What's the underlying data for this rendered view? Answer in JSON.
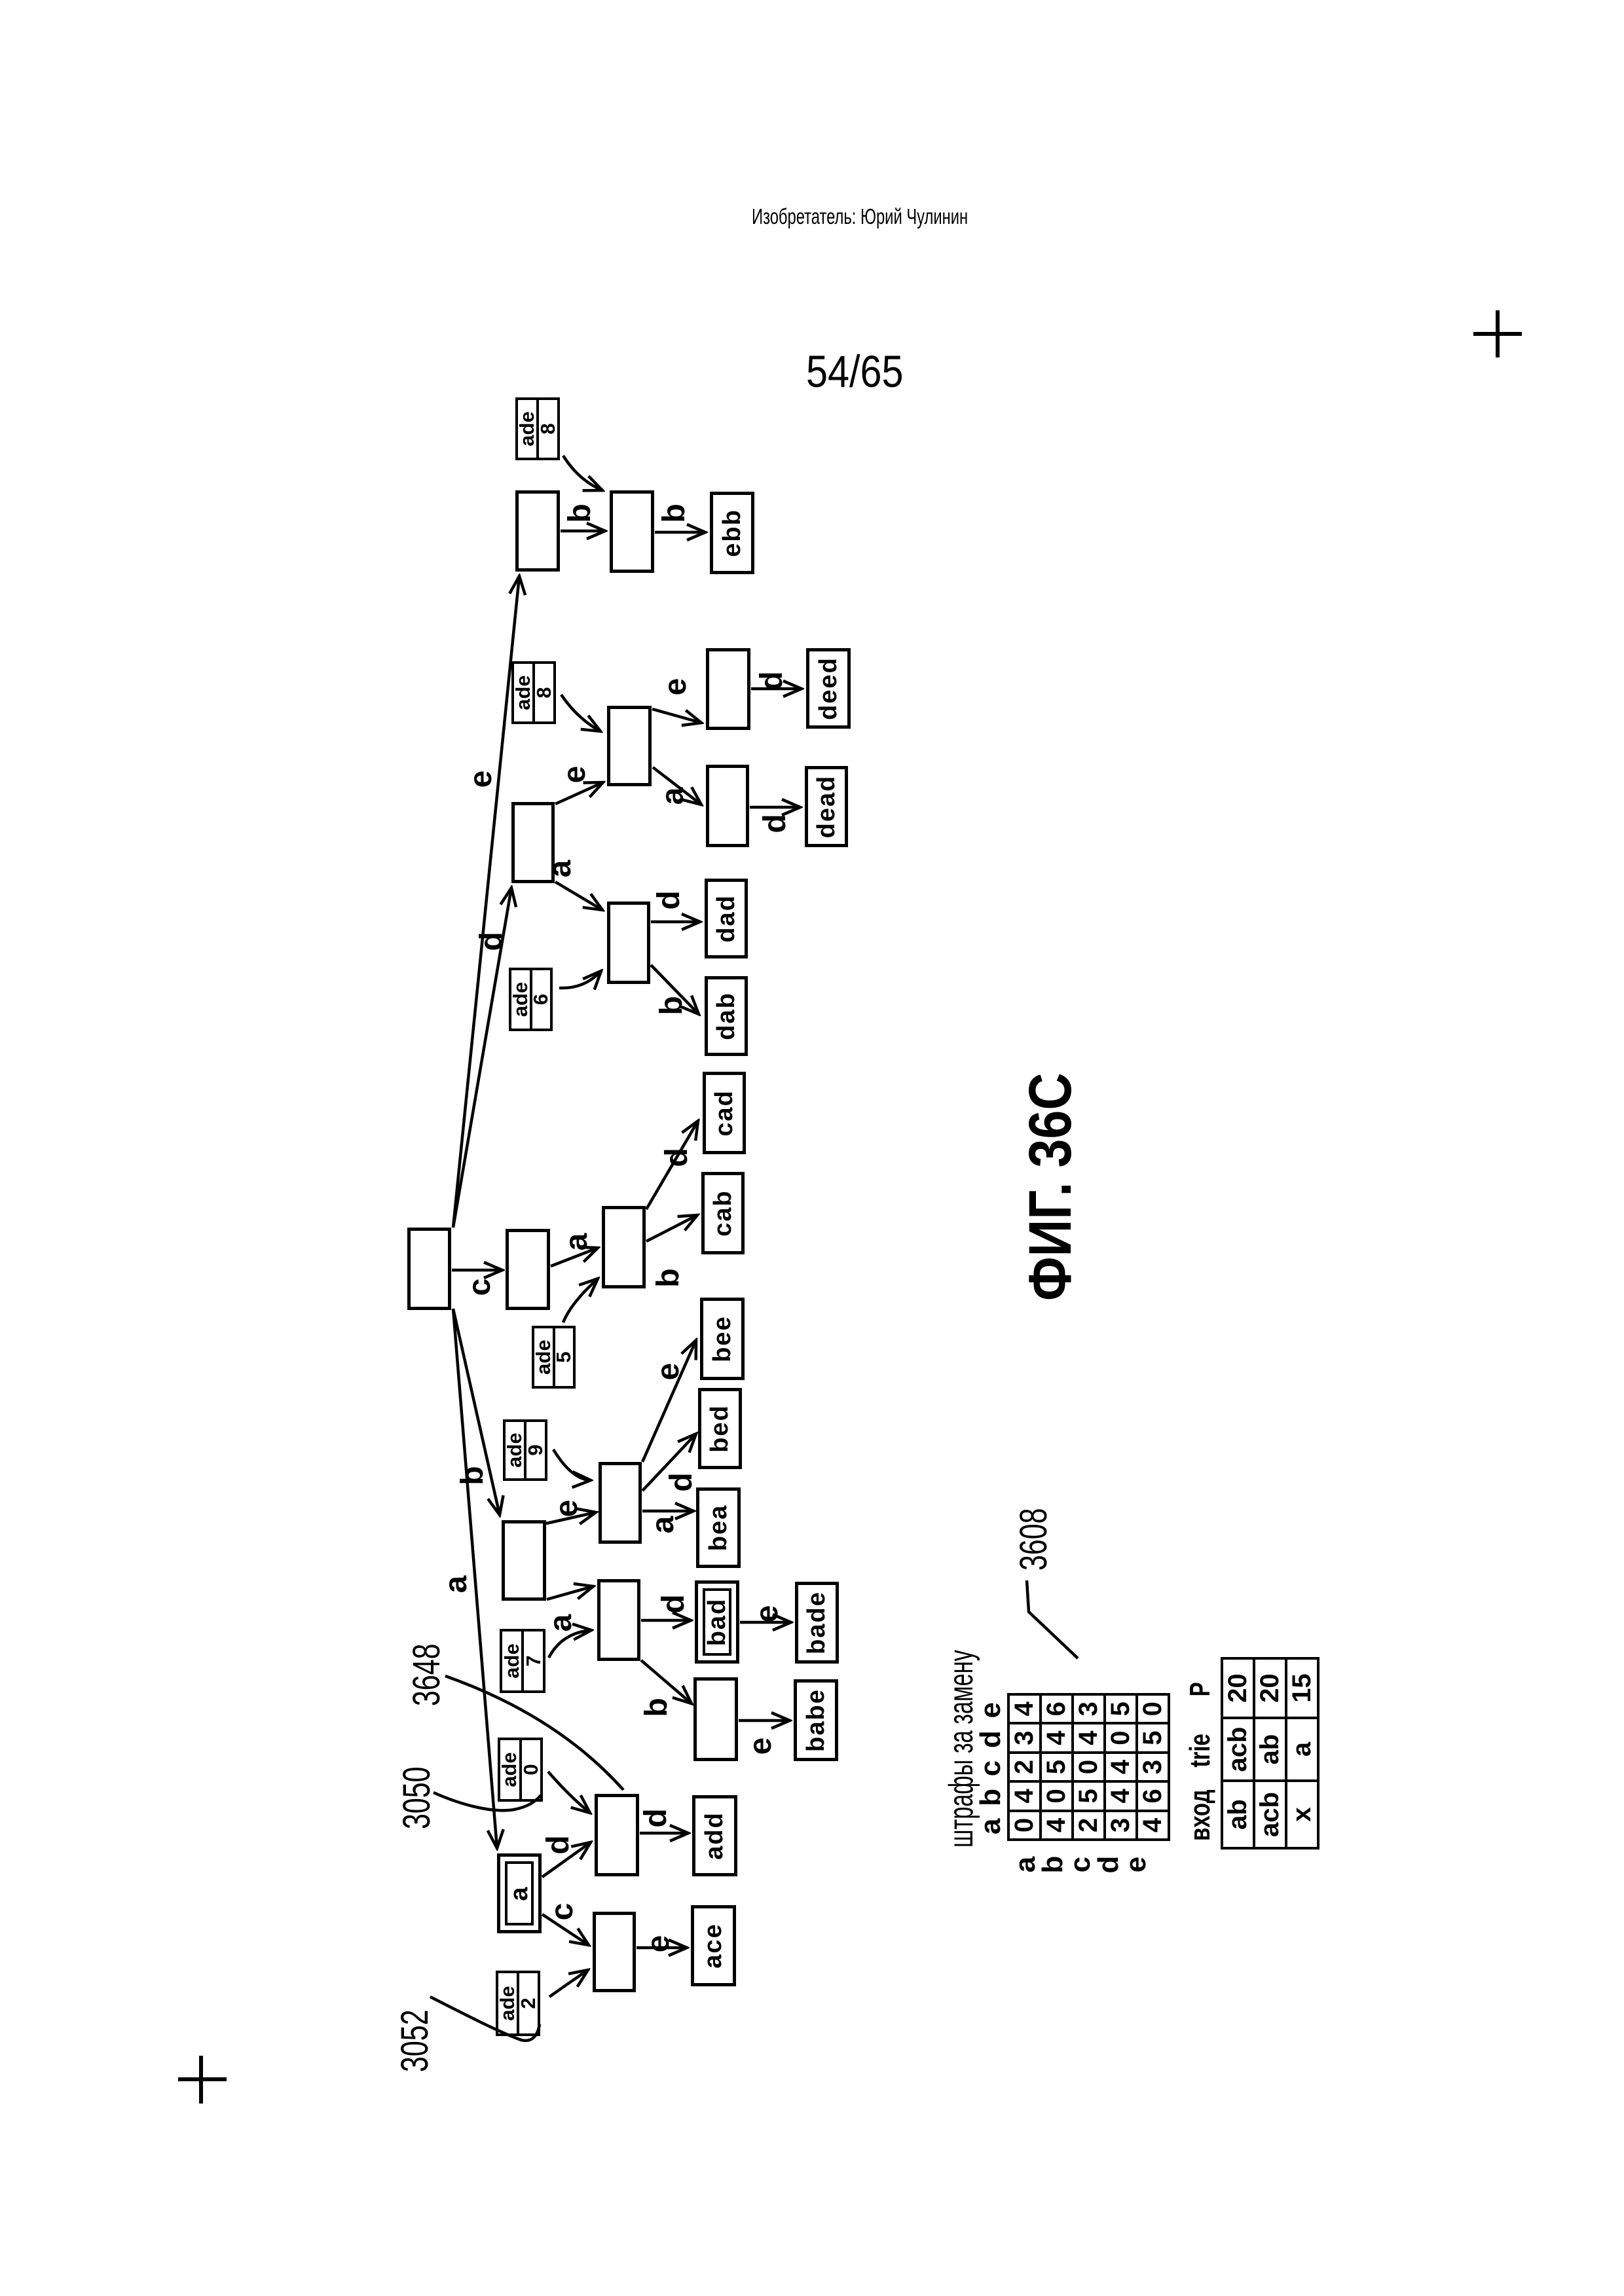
{
  "page": {
    "inventor_line": "Изобретатель: Юрий Чулинин",
    "page_number": "54/65",
    "figure_label": "ФИГ. 36С"
  },
  "trie": {
    "highlighted_root_child": "a",
    "leaves": {
      "ebb": "ebb",
      "deed": "deed",
      "dead": "dead",
      "dad": "dad",
      "dab": "dab",
      "cad": "cad",
      "cab": "cab",
      "bee": "bee",
      "bed": "bed",
      "bea": "bea",
      "bade": "bade",
      "babe": "babe",
      "add": "add",
      "ace": "ace",
      "bad": "bad"
    },
    "edges": {
      "root_e": "e",
      "root_d": "d",
      "root_c": "c",
      "root_b": "b",
      "root_a": "a",
      "e_eb": "b",
      "eb_ebb": "b",
      "d_de": "e",
      "de_dee": "e",
      "dee_deed": "d",
      "de_dea": "a",
      "dea_dead": "d",
      "d_da": "a",
      "da_dad": "d",
      "da_dab": "b",
      "c_ca": "a",
      "ca_cad": "d",
      "ca_cab": "b",
      "b_be": "e",
      "be_bee": "e",
      "be_bed": "d",
      "be_bea": "a",
      "b_ba": "a",
      "ba_bad": "d",
      "ba_bab": "b",
      "bad_bade": "e",
      "bab_babe": "e",
      "a_ad": "d",
      "ad_add": "d",
      "a_ac": "c",
      "ac_ace": "e"
    },
    "ade_label": "ade",
    "ade_values": {
      "eb": "8",
      "de": "8",
      "da": "6",
      "ca": "5",
      "be": "9",
      "ba": "7",
      "ad": "0",
      "ac": "2"
    },
    "refs": {
      "r3648": "3648",
      "r3050": "3050",
      "r3052": "3052",
      "r3608": "3608"
    }
  },
  "penalty_table": {
    "title": "штрафы за замену",
    "col_headers": [
      "a",
      "b",
      "c",
      "d",
      "e"
    ],
    "row_headers": [
      "a",
      "b",
      "c",
      "d",
      "e"
    ],
    "values": [
      [
        "0",
        "4",
        "2",
        "3",
        "4"
      ],
      [
        "4",
        "0",
        "5",
        "4",
        "6"
      ],
      [
        "2",
        "5",
        "0",
        "4",
        "3"
      ],
      [
        "3",
        "4",
        "4",
        "0",
        "5"
      ],
      [
        "4",
        "6",
        "3",
        "5",
        "0"
      ]
    ]
  },
  "io_table": {
    "col_headers": [
      "вход",
      "trie",
      "P"
    ],
    "rows": [
      [
        "ab",
        "acb",
        "20"
      ],
      [
        "acb",
        "ab",
        "20"
      ],
      [
        "x",
        "a",
        "15"
      ]
    ]
  }
}
